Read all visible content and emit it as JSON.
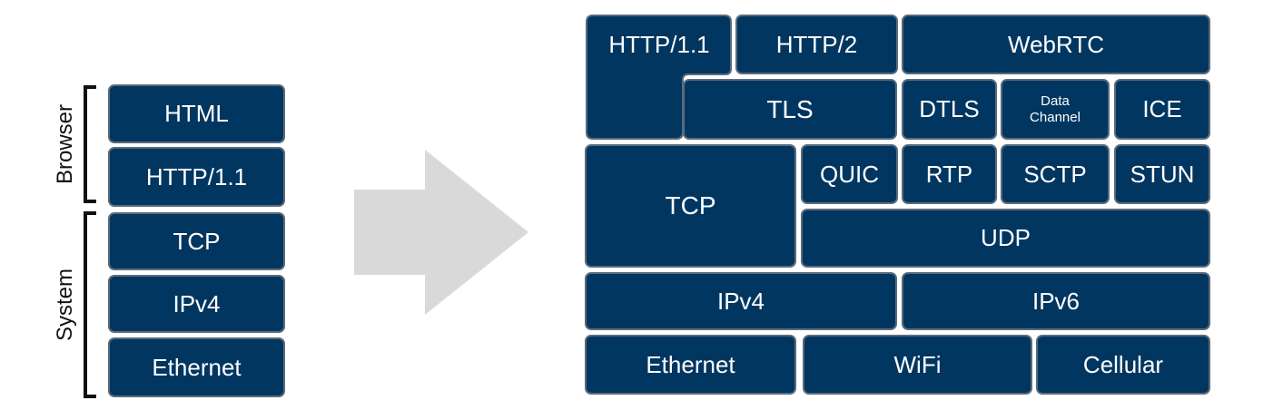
{
  "legacy_stack": {
    "groups": {
      "browser": "Browser",
      "system": "System"
    },
    "layers": {
      "html": "HTML",
      "http11": "HTTP/1.1",
      "tcp": "TCP",
      "ipv4": "IPv4",
      "ethernet": "Ethernet"
    }
  },
  "modern_stack": {
    "http11": "HTTP/1.1",
    "http2": "HTTP/2",
    "webrtc": "WebRTC",
    "tls": "TLS",
    "dtls": "DTLS",
    "data_channel_line1": "Data",
    "data_channel_line2": "Channel",
    "ice": "ICE",
    "tcp": "TCP",
    "quic": "QUIC",
    "rtp": "RTP",
    "sctp": "SCTP",
    "stun": "STUN",
    "udp": "UDP",
    "ipv4": "IPv4",
    "ipv6": "IPv6",
    "ethernet": "Ethernet",
    "wifi": "WiFi",
    "cellular": "Cellular"
  },
  "colors": {
    "box_fill": "#003660",
    "box_border": "#5a6b7c",
    "arrow": "#d9d9d9",
    "text": "#ffffff"
  }
}
